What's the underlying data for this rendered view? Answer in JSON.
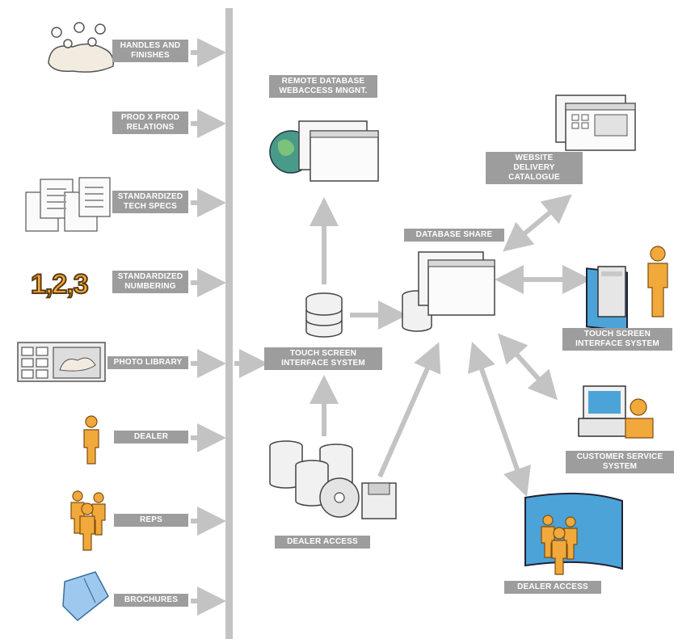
{
  "inputs": {
    "handles": [
      "HANDLES AND",
      "FINISHES"
    ],
    "prodx": [
      "PROD X PROD",
      "RELATIONS"
    ],
    "specs": [
      "STANDARDIZED",
      "TECH SPECS"
    ],
    "numbering": [
      "STANDARDIZED",
      "NUMBERING"
    ],
    "numbers_glyph": "1,2,3",
    "photo": "PHOTO LIBRARY",
    "dealer": "DEALER",
    "reps": "REPS",
    "brochures": "BROCHURES"
  },
  "center": {
    "remote_db": [
      "REMOTE DATABASE",
      "WEBACCESS MNGNT."
    ],
    "touch_screen": [
      "TOUCH SCREEN",
      "INTERFACE SYSTEM"
    ],
    "dealer_access": "DEALER ACCESS"
  },
  "right": {
    "db_share": "DATABASE SHARE",
    "website": [
      "WEBSITE",
      "DELIVERY CATALOGUE"
    ],
    "touch_screen": [
      "TOUCH SCREEN",
      "INTERFACE SYSTEM"
    ],
    "customer_service": [
      "CUSTOMER SERVICE",
      "SYSTEM"
    ],
    "dealer_access": "DEALER ACCESS"
  },
  "colors": {
    "label_bg": "#9d9d9d",
    "arrow": "#c3c3c3",
    "person": "#f2a93b",
    "globe": "#4a9a8a",
    "brochure": "#9ec8ee"
  }
}
